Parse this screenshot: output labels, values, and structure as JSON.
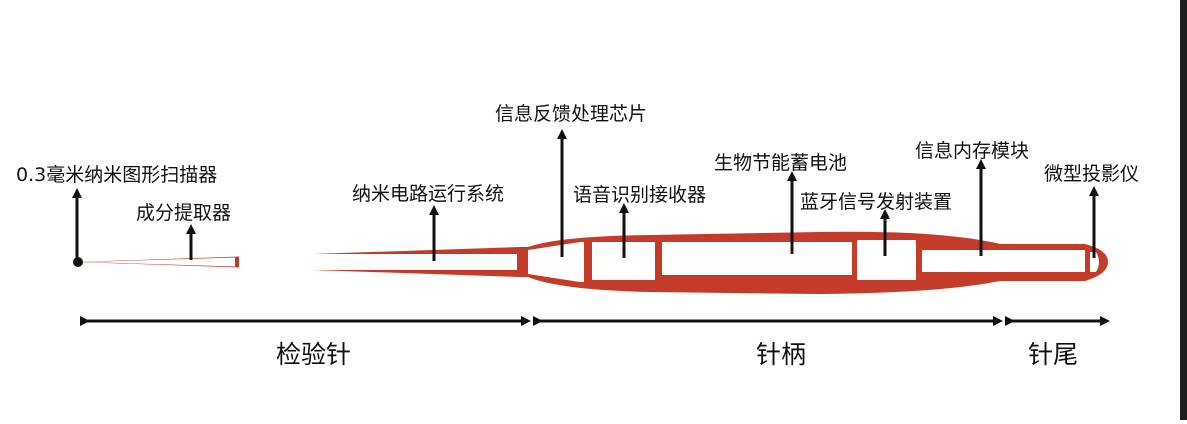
{
  "colors": {
    "needle": "#c53b2a",
    "needle_inner": "#ffffff",
    "ink": "#111111",
    "background": "#ffffff"
  },
  "labels": {
    "tip_sensor": "0.3毫米纳米图形扫描器",
    "extractor": "成分提取器",
    "nano_circuit": "纳米电路运行系统",
    "feedback_chip": "信息反馈处理芯片",
    "voice_receiver": "语音识别接收器",
    "battery": "生物节能蓄电池",
    "bluetooth": "蓝牙信号发射装置",
    "memory": "信息内存模块",
    "projector": "微型投影仪"
  },
  "segments": {
    "test_needle": "检验针",
    "handle": "针柄",
    "tail": "针尾"
  }
}
